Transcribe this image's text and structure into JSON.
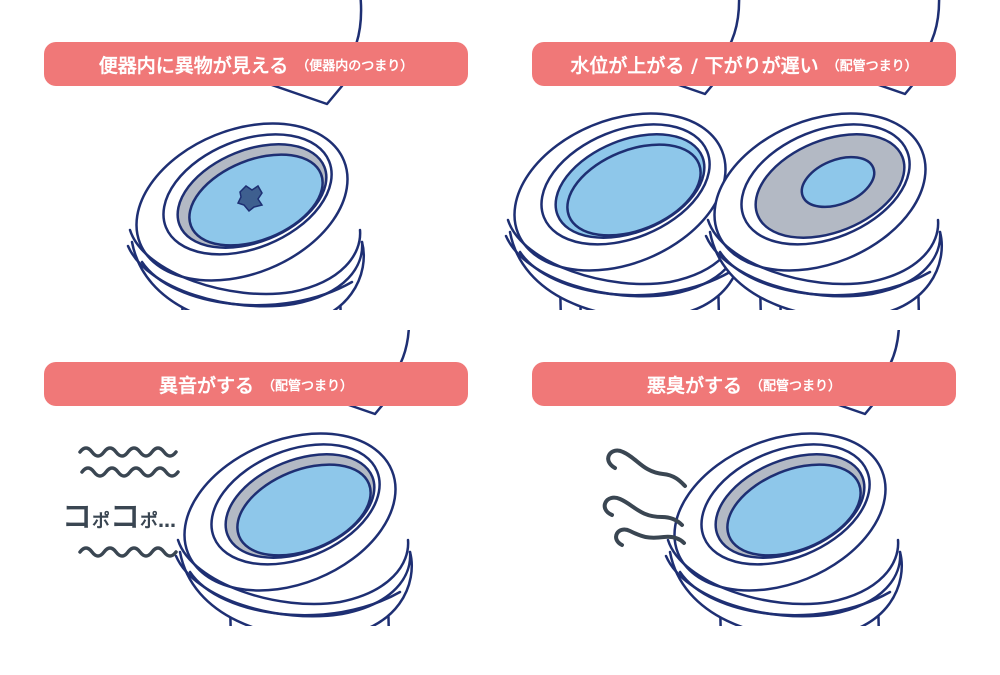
{
  "panels": [
    {
      "title": "便器内に異物が見える",
      "note": "（便器内のつまり）"
    },
    {
      "title": "水位が上がる / 下がりが遅い",
      "note": "（配管つまり）"
    },
    {
      "title": "異音がする",
      "note": "（配管つまり）"
    },
    {
      "title": "悪臭がする",
      "note": "（配管つまり）"
    }
  ],
  "sound_text": {
    "part1": "コ",
    "part2": "ポ",
    "part3": "コ",
    "part4": "ポ…"
  },
  "colors": {
    "banner": "#f07878",
    "outline": "#1e2f73",
    "water": "#8ec7ea",
    "bowl_gray": "#b3b9c4",
    "debris": "#3e5f8f",
    "effect": "#3a4652"
  }
}
